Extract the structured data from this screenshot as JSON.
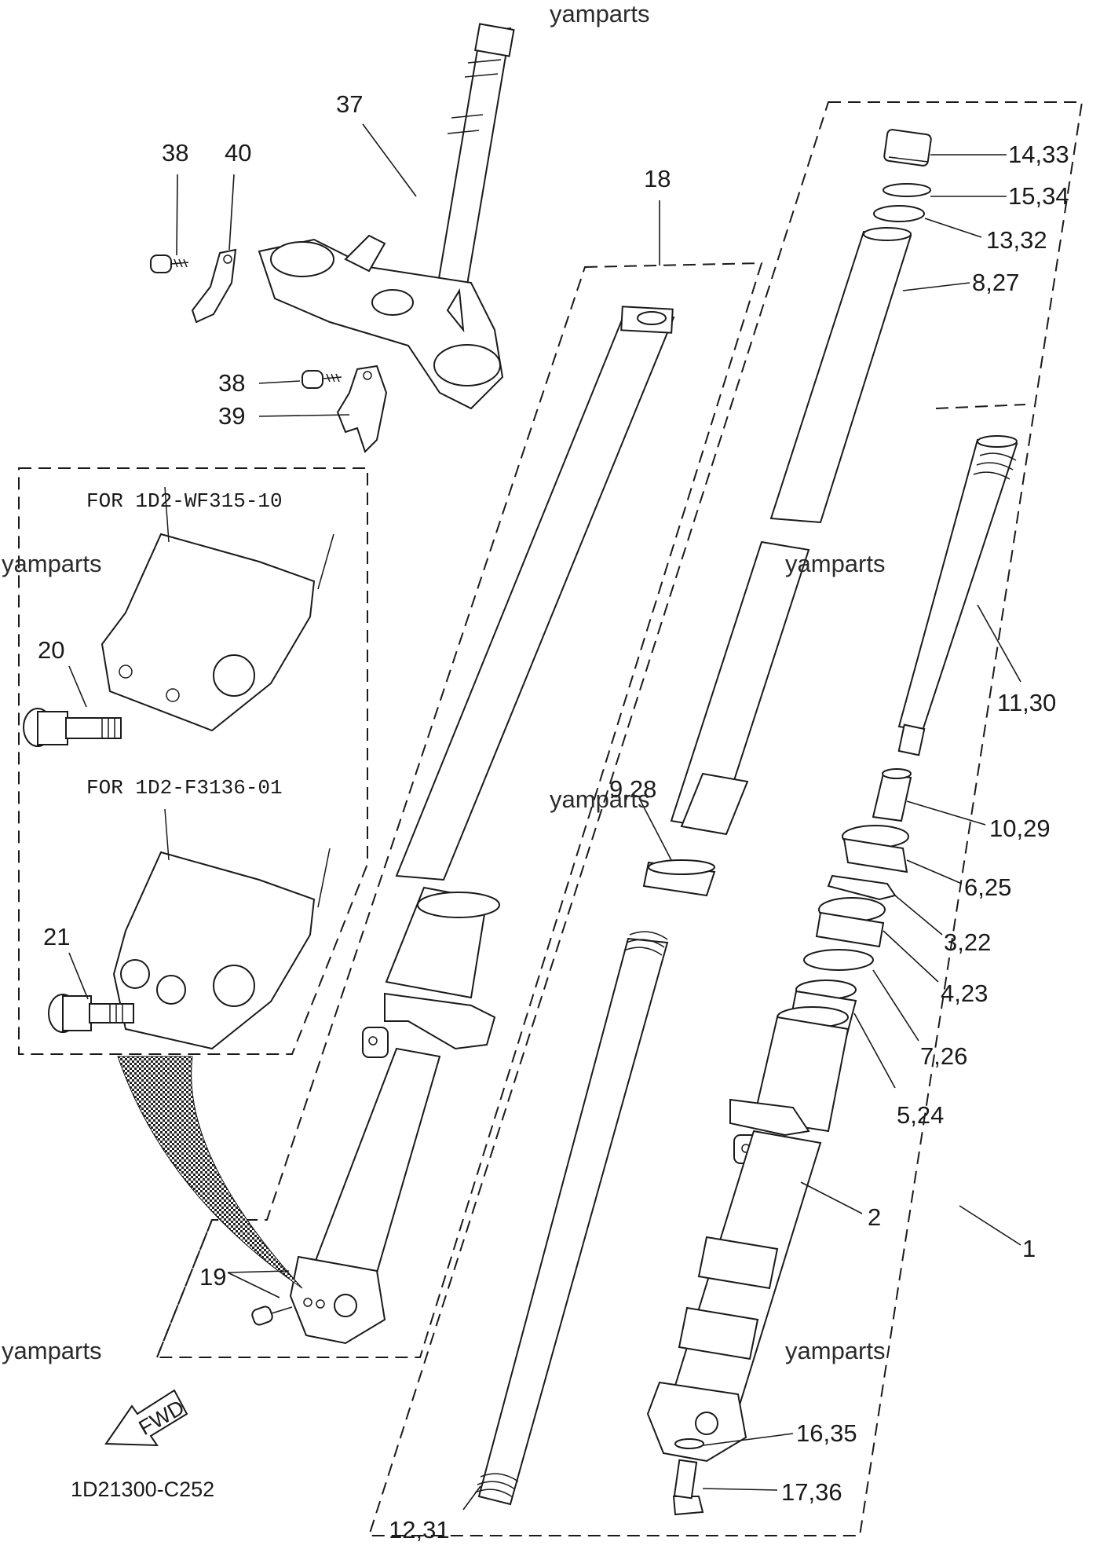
{
  "watermark": "yamparts",
  "diagram_code": "1D21300-C252",
  "fwd_label": "FWD",
  "inset": {
    "variant_a": "FOR 1D2-WF315-10",
    "variant_b": "FOR 1D2-F3136-01"
  },
  "callouts": {
    "c1": "1",
    "c2": "2",
    "c3_22": "3,22",
    "c4_23": "4,23",
    "c5_24": "5,24",
    "c6_25": "6,25",
    "c7_26": "7,26",
    "c8_27": "8,27",
    "c9_28": "9,28",
    "c10_29": "10,29",
    "c11_30": "11,30",
    "c12_31": "12,31",
    "c13_32": "13,32",
    "c14_33": "14,33",
    "c15_34": "15,34",
    "c16_35": "16,35",
    "c17_36": "17,36",
    "c18": "18",
    "c19": "19",
    "c20": "20",
    "c21": "21",
    "c37": "37",
    "c38a": "38",
    "c38b": "38",
    "c39": "39",
    "c40": "40"
  }
}
